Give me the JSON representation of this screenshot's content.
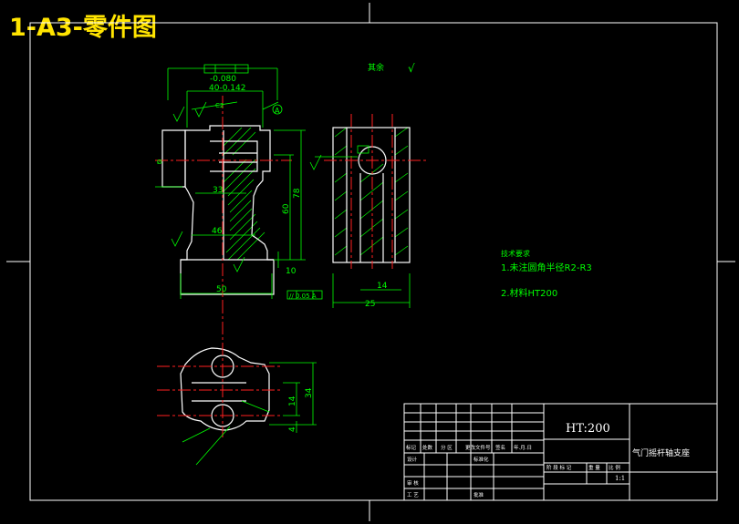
{
  "banner": {
    "title": "1-A3-零件图"
  },
  "roughness_note": {
    "label": "其余",
    "symbol": "√"
  },
  "tech_requirements": {
    "heading": "技术要求",
    "item1": "1.未注圆角半径R2-R3",
    "item2": "2.材料HT200"
  },
  "dimensions": {
    "front_top_tol1": "-0.080",
    "front_top_tol2": "40-0.142",
    "front_width_bottom": "50",
    "front_width_mid": "46",
    "front_inner_33": "33",
    "front_height_78": "78",
    "front_height_60": "60",
    "front_small_10": "10",
    "side_width_25": "25",
    "side_inner_14": "14",
    "top_height_34": "34",
    "top_height_14": "14",
    "top_small_4": "4",
    "datum_a": "A",
    "parallel_frame": "// 0.05 A"
  },
  "title_block": {
    "material": "HT:200",
    "part_name": "气门摇杆轴支座",
    "scale": "1:1",
    "col_labels": [
      "标记",
      "处数",
      "分 区",
      "更改文件号",
      "签名",
      "年.月.日"
    ],
    "row_labels": [
      "设计",
      "审 核",
      "工 艺"
    ],
    "row_mid_labels": [
      "标准化",
      "批准"
    ],
    "stage_labels": [
      "阶 段 标 记",
      "重 量",
      "比 例"
    ]
  }
}
